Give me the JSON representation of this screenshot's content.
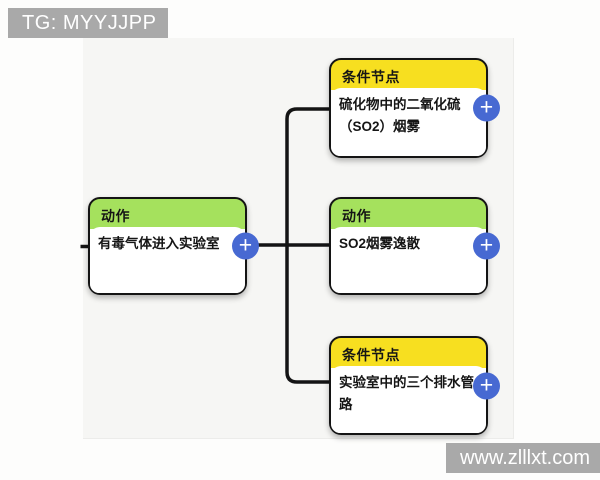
{
  "watermarks": {
    "top_left": "TG: MYYJJPP",
    "bottom_right": "www.zlllxt.com"
  },
  "nodes": [
    {
      "id": "n1",
      "kind": "action",
      "type_label": "动作",
      "text": "有毒气体进入实验室"
    },
    {
      "id": "n2",
      "kind": "condition",
      "type_label": "条件节点",
      "text": "硫化物中的二氧化硫（SO2）烟雾"
    },
    {
      "id": "n3",
      "kind": "action",
      "type_label": "动作",
      "text": "SO2烟雾逸散"
    },
    {
      "id": "n4",
      "kind": "condition",
      "type_label": "条件节点",
      "text": "实验室中的三个排水管路"
    }
  ],
  "edges": [
    {
      "from": "n1",
      "to": "n2"
    },
    {
      "from": "n1",
      "to": "n3"
    },
    {
      "from": "n1",
      "to": "n4"
    }
  ],
  "icons": {
    "add": "+"
  },
  "colors": {
    "action_header": "#a5e15d",
    "condition_header": "#f7df20",
    "add_button": "#4769d2",
    "edge": "#141414",
    "node_border": "#141414",
    "watermark_bg": "#a9a9a9"
  }
}
